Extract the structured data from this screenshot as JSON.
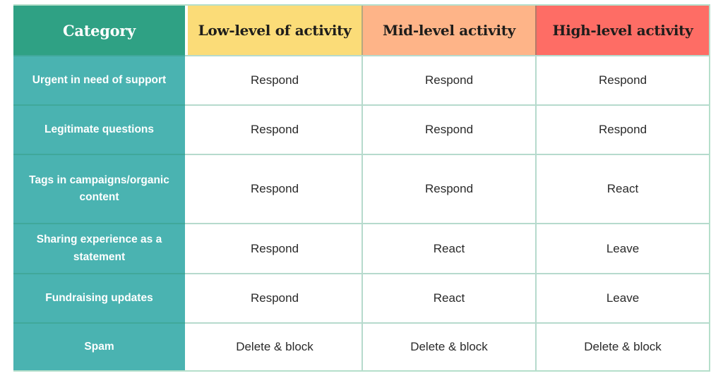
{
  "table": {
    "colors": {
      "category_header_bg": "#2fa184",
      "low_header_bg": "#fbdc78",
      "mid_header_bg": "#feb488",
      "high_header_bg": "#fe6d65",
      "category_column_bg": "#4ab3b1",
      "gridline": "#a9d9c5",
      "header_text": "#1e1d1b",
      "body_text": "#2a2a2a"
    },
    "columns": [
      {
        "label": "Category"
      },
      {
        "label": "Low-level of activity"
      },
      {
        "label": "Mid-level activity"
      },
      {
        "label": "High-level activity"
      }
    ],
    "rows": [
      {
        "category": "Urgent in need of support",
        "cells": [
          "Respond",
          "Respond",
          "Respond"
        ]
      },
      {
        "category": "Legitimate questions",
        "cells": [
          "Respond",
          "Respond",
          "Respond"
        ]
      },
      {
        "category": "Tags in campaigns/organic content",
        "cells": [
          "Respond",
          "Respond",
          "React"
        ]
      },
      {
        "category": "Sharing experience as a statement",
        "cells": [
          "Respond",
          "React",
          "Leave"
        ]
      },
      {
        "category": "Fundraising updates",
        "cells": [
          "Respond",
          "React",
          "Leave"
        ]
      },
      {
        "category": "Spam",
        "cells": [
          "Delete & block",
          "Delete & block",
          "Delete & block"
        ]
      }
    ]
  }
}
